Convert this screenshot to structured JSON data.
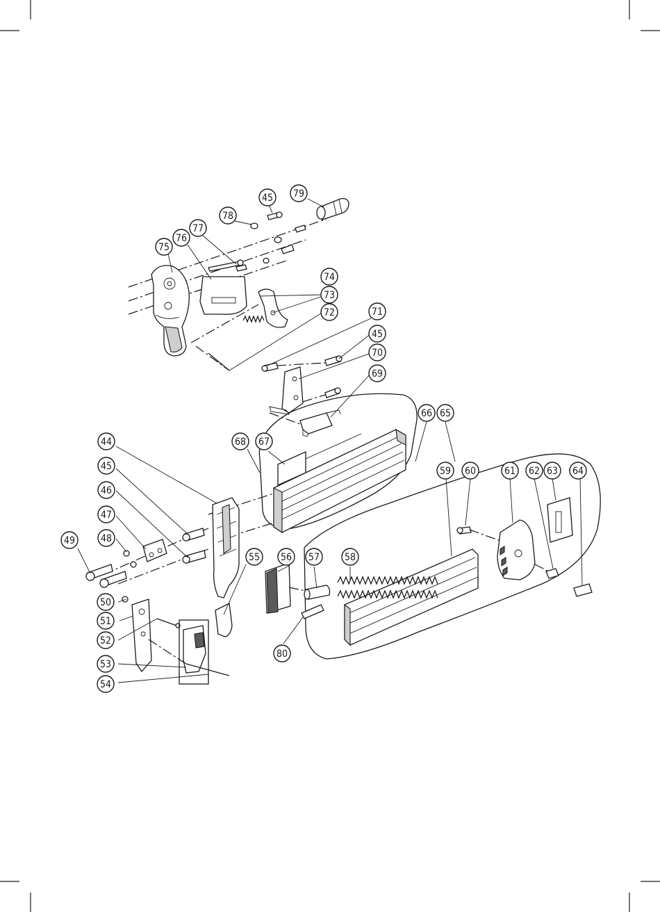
{
  "diagram": {
    "type": "exploded-parts-diagram",
    "part_numbers": [
      "44",
      "45",
      "46",
      "47",
      "48",
      "49",
      "50",
      "51",
      "52",
      "53",
      "54",
      "55",
      "56",
      "57",
      "58",
      "59",
      "60",
      "61",
      "62",
      "63",
      "64",
      "65",
      "66",
      "67",
      "68",
      "69",
      "70",
      "71",
      "72",
      "73",
      "74",
      "75",
      "76",
      "77",
      "78",
      "79",
      "80"
    ],
    "balloons": [
      {
        "id": "79",
        "label": "79"
      },
      {
        "id": "45a",
        "label": "45"
      },
      {
        "id": "78",
        "label": "78"
      },
      {
        "id": "77",
        "label": "77"
      },
      {
        "id": "76",
        "label": "76"
      },
      {
        "id": "75",
        "label": "75"
      },
      {
        "id": "74",
        "label": "74"
      },
      {
        "id": "73",
        "label": "73"
      },
      {
        "id": "72",
        "label": "72"
      },
      {
        "id": "71",
        "label": "71"
      },
      {
        "id": "45b",
        "label": "45"
      },
      {
        "id": "70",
        "label": "70"
      },
      {
        "id": "69",
        "label": "69"
      },
      {
        "id": "66",
        "label": "66"
      },
      {
        "id": "65",
        "label": "65"
      },
      {
        "id": "68",
        "label": "68"
      },
      {
        "id": "67",
        "label": "67"
      },
      {
        "id": "59",
        "label": "59"
      },
      {
        "id": "60",
        "label": "60"
      },
      {
        "id": "61",
        "label": "61"
      },
      {
        "id": "62",
        "label": "62"
      },
      {
        "id": "63",
        "label": "63"
      },
      {
        "id": "64",
        "label": "64"
      },
      {
        "id": "44",
        "label": "44"
      },
      {
        "id": "45c",
        "label": "45"
      },
      {
        "id": "46",
        "label": "46"
      },
      {
        "id": "47",
        "label": "47"
      },
      {
        "id": "48",
        "label": "48"
      },
      {
        "id": "49",
        "label": "49"
      },
      {
        "id": "55",
        "label": "55"
      },
      {
        "id": "56",
        "label": "56"
      },
      {
        "id": "57",
        "label": "57"
      },
      {
        "id": "58",
        "label": "58"
      },
      {
        "id": "50",
        "label": "50"
      },
      {
        "id": "51",
        "label": "51"
      },
      {
        "id": "52",
        "label": "52"
      },
      {
        "id": "53",
        "label": "53"
      },
      {
        "id": "54",
        "label": "54"
      },
      {
        "id": "80",
        "label": "80"
      }
    ]
  }
}
